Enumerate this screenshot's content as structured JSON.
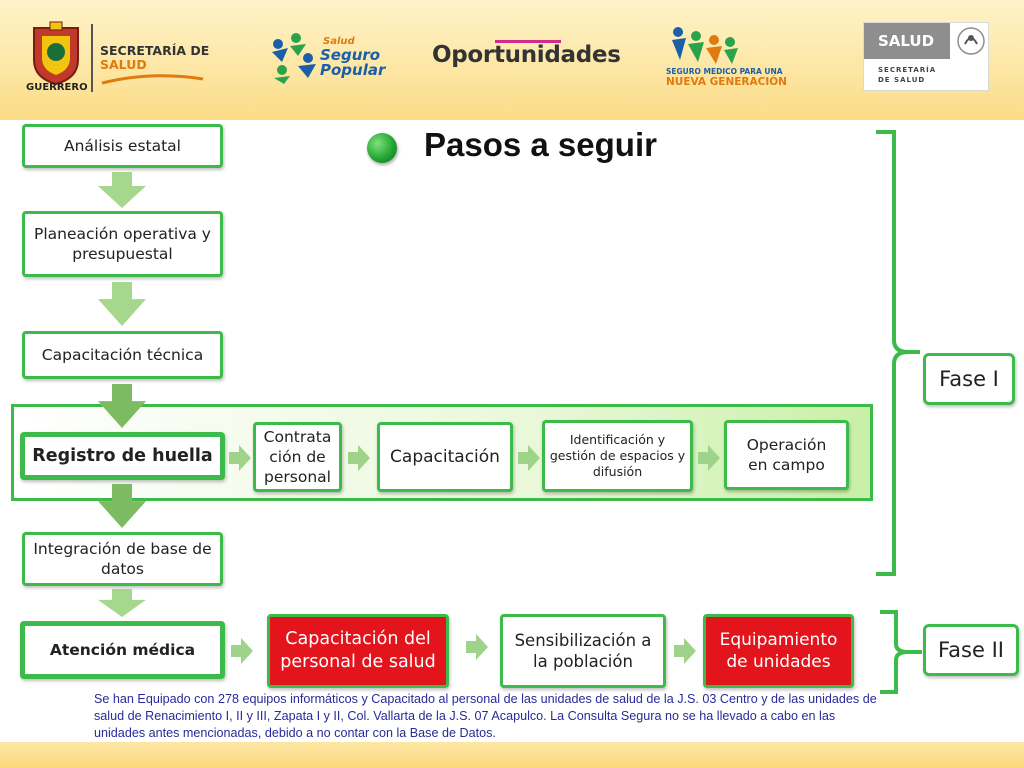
{
  "header": {
    "guerrero_logo_text": "GUERRERO",
    "secretaria_line1": "SECRETARÍA DE",
    "secretaria_line2": "SALUD",
    "seguro_small": "Salud",
    "seguro_line1": "Seguro",
    "seguro_line2": "Popular",
    "oportunidades": "Oportunidades",
    "smnge_line1": "SEGURO MEDICO PARA UNA",
    "smnge_line2": "NUEVA GENERACIÓN",
    "salud_badge": "SALUD",
    "salud_sub1": "SECRETARÍA",
    "salud_sub2": "DE SALUD"
  },
  "title": "Pasos a seguir",
  "flow": {
    "analisis": "Análisis estatal",
    "planeacion": "Planeación operativa y presupuestal",
    "capacitacion_tecnica": "Capacitación técnica",
    "registro": "Registro de huella",
    "integracion": "Integración de  base de datos",
    "atencion": "Atención médica"
  },
  "registro_steps": {
    "contratacion": "Contrata ción de personal",
    "capacitacion": "Capacitación",
    "identificacion": "Identificación y gestión de espacios y difusión",
    "operacion": "Operación en campo"
  },
  "atencion_steps": {
    "capacitacion_personal": "Capacitación del personal de salud",
    "sensibilizacion": "Sensibilización a la población",
    "equipamiento": "Equipamiento de unidades"
  },
  "phases": {
    "fase1": "Fase I",
    "fase2": "Fase II"
  },
  "note": "Se han Equipado con 278 equipos informáticos y Capacitado al personal de las unidades de salud de la J.S. 03 Centro y de las unidades de salud de Renacimiento I, II y III, Zapata I y II, Col. Vallarta de la J.S. 07 Acapulco. La Consulta Segura no se ha llevado a cabo en las unidades antes mencionadas, debido a no contar con la Base de Datos.",
  "colors": {
    "green": "#3dbb4a",
    "red": "#e3141b",
    "arrow_green": "#9fd38a",
    "note_blue": "#2a2a9a"
  }
}
